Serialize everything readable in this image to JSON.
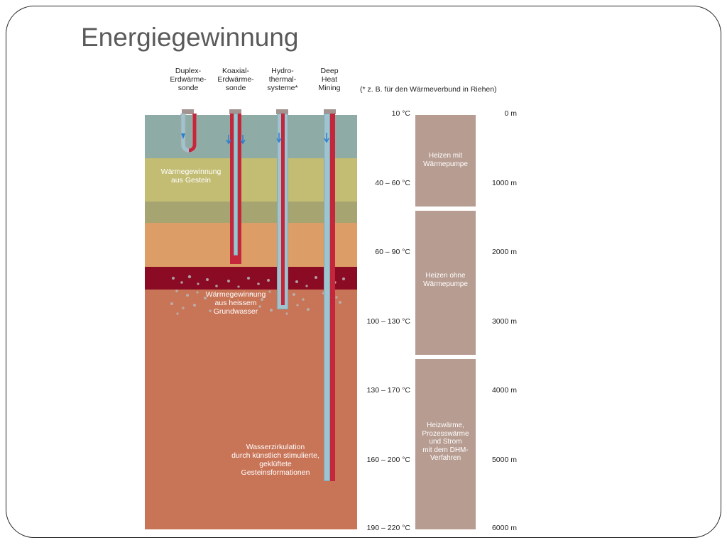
{
  "slide": {
    "title": "Energiegewinnung"
  },
  "headers": {
    "duplex": "Duplex-\nErdwärme-\nsonde",
    "koaxial": "Koaxial-\nErdwärme-\nsonde",
    "hydro": "Hydro-\nthermal-\nsysteme*",
    "deep": "Deep\nHeat\nMining",
    "note": "(* z. B. für den Wärmeverbund in Riehen)"
  },
  "layers": {
    "rock_heat": "Wärmegewinnung\naus Gestein",
    "groundwater_heat": "Wärmegewinnung\naus heissem\nGrundwasser",
    "water_circulation": "Wasserzirkulation\ndurch künstlich stimulierte,\ngeklüftete\nGesteinsformationen"
  },
  "temperatures": [
    "10 °C",
    "40 – 60 °C",
    "60 – 90 °C",
    "100 – 130 °C",
    "130 – 170 °C",
    "160 – 200 °C",
    "190 – 220 °C"
  ],
  "depths": [
    "0 m",
    "1000 m",
    "2000 m",
    "3000 m",
    "4000 m",
    "5000 m",
    "6000 m"
  ],
  "uses": {
    "heat_pump": "Heizen mit\nWärmepumpe",
    "no_heat_pump": "Heizen ohne\nWärmepumpe",
    "dhm": "Heizwärme,\nProzesswärme\nund Strom\nmit dem DHM-\nVerfahren"
  },
  "colors": {
    "layer_1": "#8eaba6",
    "layer_2": "#c3bd74",
    "layer_3": "#a6a470",
    "layer_4": "#dc9d66",
    "aquifer": "#8a0b23",
    "deep_rock": "#c87457",
    "use_bar": "#b79c91",
    "pipe_blue": "#9fc4cf",
    "pipe_red": "#c4263c"
  }
}
